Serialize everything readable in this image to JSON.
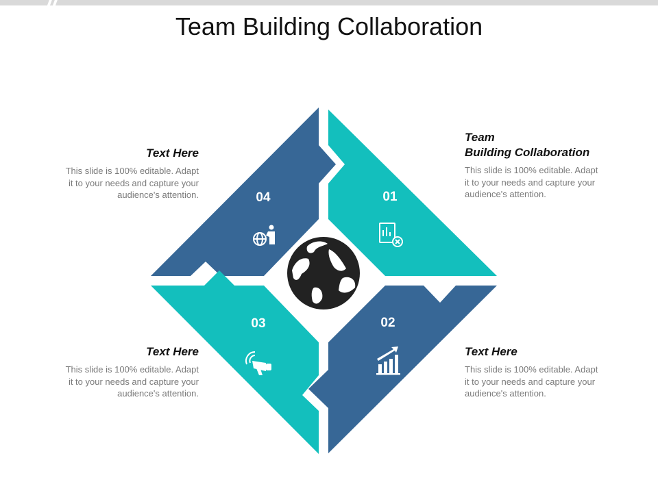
{
  "title": "Team Building Collaboration",
  "colors": {
    "navy": "#376796",
    "teal": "#13bfbd",
    "globe": "#222222"
  },
  "segments": [
    {
      "number": "01",
      "icon": "report-document-icon",
      "heading_line1": "Team",
      "heading_line2": "Building Collaboration",
      "desc_lines": [
        "This slide is 100% editable. Adapt",
        "it to your needs and capture your",
        "audience's attention."
      ]
    },
    {
      "number": "02",
      "icon": "growth-bar-chart-icon",
      "heading": "Text Here",
      "desc_lines": [
        "This slide is 100% editable. Adapt",
        "it to your needs and capture your",
        "audience's attention."
      ]
    },
    {
      "number": "03",
      "icon": "megaphone-icon",
      "heading": "Text Here",
      "desc_lines": [
        "This slide is 100% editable. Adapt",
        "it to your needs and capture your",
        "audience's attention."
      ]
    },
    {
      "number": "04",
      "icon": "global-presenter-icon",
      "heading": "Text Here",
      "desc_lines": [
        "This slide is 100% editable. Adapt",
        "it to your needs and capture your",
        "audience's attention."
      ]
    }
  ],
  "center_icon": "globe-icon"
}
